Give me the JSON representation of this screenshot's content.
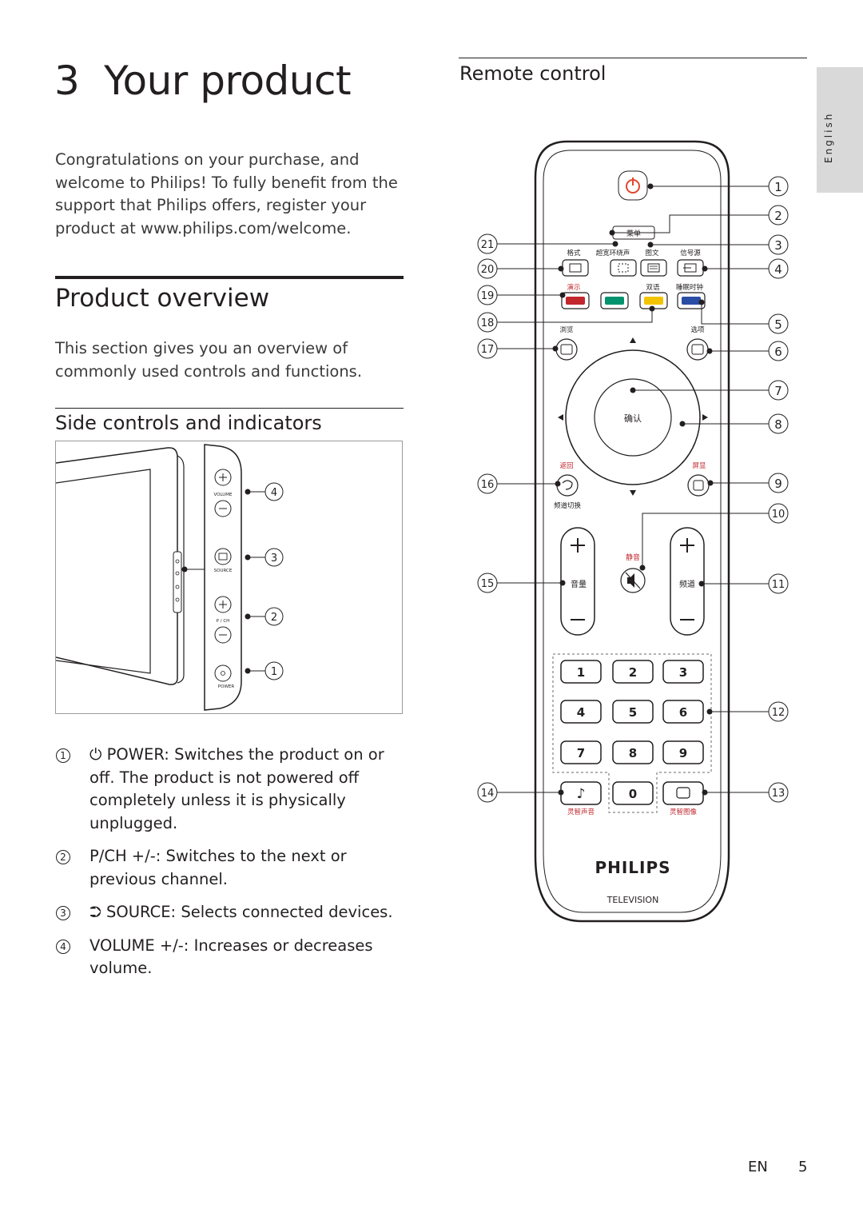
{
  "chapter": {
    "number": "3",
    "title": "Your product"
  },
  "intro": "Congratulations on your purchase, and welcome to Philips! To fully benefit from the support that Philips offers, register your product at www.philips.com/welcome.",
  "overview": {
    "heading": "Product overview",
    "description": "This section gives you an overview of commonly used controls and functions."
  },
  "side_controls": {
    "heading": "Side controls and indicators",
    "panel_labels": {
      "volume": "VOLUME",
      "source": "SOURCE",
      "pch": "P / CH",
      "power": "POWER"
    },
    "callouts": [
      "4",
      "3",
      "2",
      "1"
    ],
    "items": [
      {
        "num": "1",
        "icon": "power-icon",
        "text": "POWER: Switches the product on or off. The product is not powered off completely unless it is physically unplugged."
      },
      {
        "num": "2",
        "text": "P/CH +/-: Switches to the next or previous channel."
      },
      {
        "num": "3",
        "icon": "source-icon",
        "text": "SOURCE: Selects connected devices."
      },
      {
        "num": "4",
        "text": "VOLUME +/-: Increases or decreases volume."
      }
    ]
  },
  "remote": {
    "heading": "Remote control",
    "labels": {
      "menu": "菜单",
      "format": "格式",
      "surround": "超宽环绕声",
      "teletext": "图文",
      "source": "信号源",
      "demo": "演示",
      "dual": "双语",
      "sleep": "睡眠时钟",
      "browse": "浏览",
      "options": "选项",
      "ok": "确认",
      "back": "返回",
      "info": "屏显",
      "ch_switch": "频道切换",
      "mute": "静音",
      "volume": "音量",
      "channel": "频道",
      "smart_sound": "灵智声音",
      "smart_picture": "灵智图像"
    },
    "digits": [
      "1",
      "2",
      "3",
      "4",
      "5",
      "6",
      "7",
      "8",
      "9",
      "0"
    ],
    "brand": "PHILIPS",
    "sub_brand": "TELEVISION",
    "callouts_right": [
      "1",
      "2",
      "3",
      "4",
      "5",
      "6",
      "7",
      "8",
      "9",
      "10",
      "11",
      "12",
      "13"
    ],
    "callouts_left": [
      "21",
      "20",
      "19",
      "18",
      "17",
      "16",
      "15",
      "14"
    ],
    "color_keys": {
      "red": "#c1272d",
      "green": "#00936e",
      "yellow": "#f2c400",
      "blue": "#2a4ea6",
      "power": "#e2472d"
    }
  },
  "side_tab": "English",
  "footer": {
    "lang": "EN",
    "page": "5"
  }
}
